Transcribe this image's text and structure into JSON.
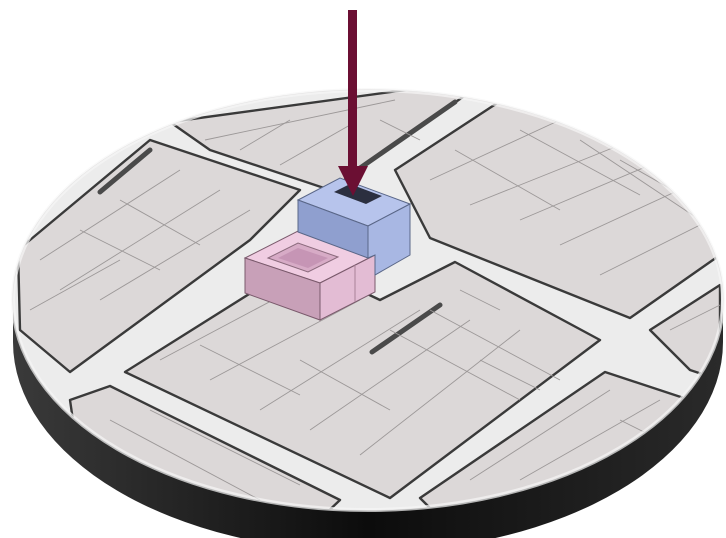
{
  "diagram": {
    "type": "isometric-site-model",
    "colors": {
      "background": "#ffffff",
      "disc_top": "#e7e4e4",
      "disc_rim_light": "#f1efef",
      "disc_side": "#111111",
      "street": "#ececec",
      "block_fill": "#dcd8d8",
      "block_edge": "#3a3a3a",
      "parcel_line": "#9c9898",
      "highlight_blue": "#a9b7e3",
      "highlight_pink": "#e6b9d6",
      "arrow": "#6b0f33"
    },
    "elements": [
      "disc-base",
      "street-grid",
      "city-blocks",
      "parcel-lines",
      "highlighted-building-blue",
      "highlighted-building-pink",
      "pointer-arrow"
    ]
  }
}
